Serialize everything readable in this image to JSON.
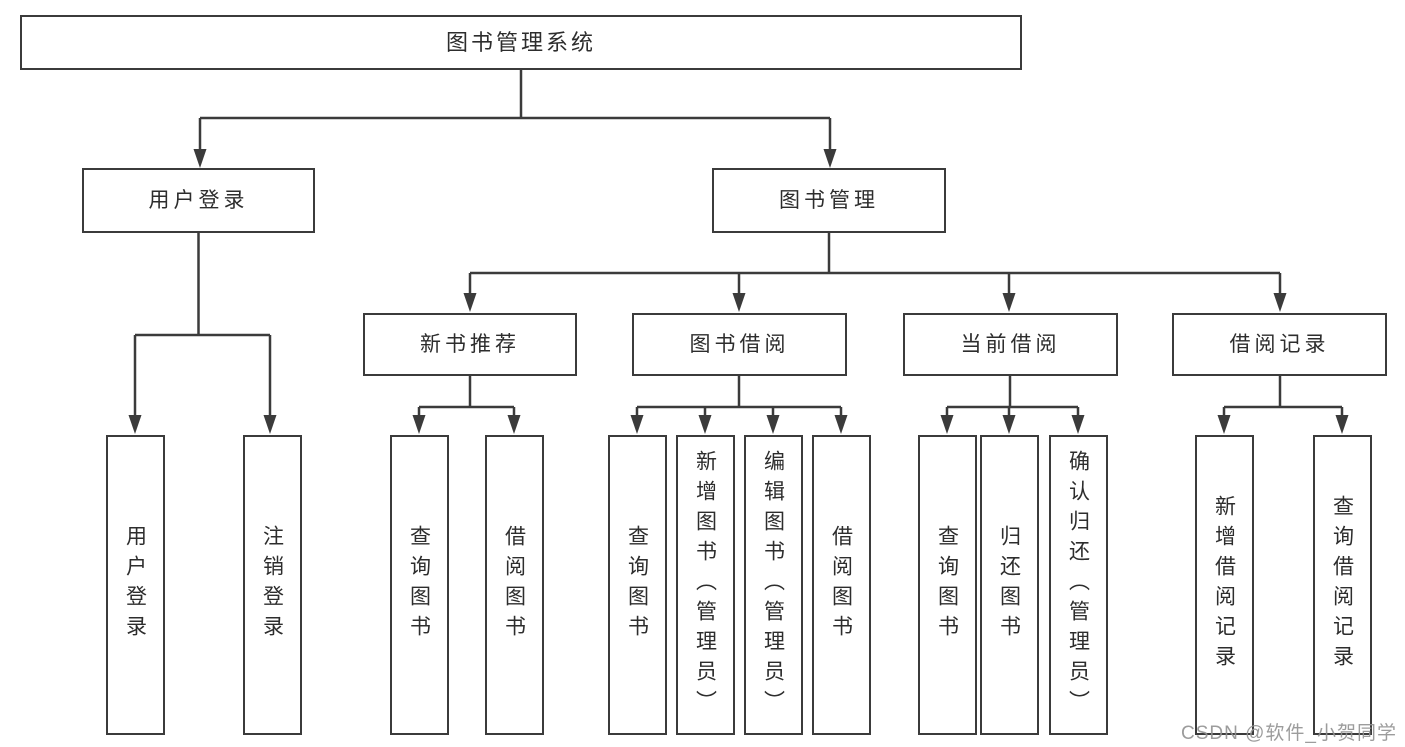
{
  "diagram_type": "hierarchy-tree",
  "colors": {
    "line": "#3b3b3b",
    "text": "#2d2d2d",
    "background": "#ffffff",
    "watermark": "#919191"
  },
  "tree": {
    "label": "图书管理系统",
    "children": [
      {
        "label": "用户登录",
        "children": [
          {
            "label": "用户登录"
          },
          {
            "label": "注销登录"
          }
        ]
      },
      {
        "label": "图书管理",
        "children": [
          {
            "label": "新书推荐",
            "children": [
              {
                "label": "查询图书"
              },
              {
                "label": "借阅图书"
              }
            ]
          },
          {
            "label": "图书借阅",
            "children": [
              {
                "label": "查询图书"
              },
              {
                "label": "新增图书（管理员）"
              },
              {
                "label": "编辑图书（管理员）"
              },
              {
                "label": "借阅图书"
              }
            ]
          },
          {
            "label": "当前借阅",
            "children": [
              {
                "label": "查询图书"
              },
              {
                "label": "归还图书"
              },
              {
                "label": "确认归还（管理员）"
              }
            ]
          },
          {
            "label": "借阅记录",
            "children": [
              {
                "label": "新增借阅记录"
              },
              {
                "label": "查询借阅记录"
              }
            ]
          }
        ]
      }
    ]
  },
  "watermark": "CSDN @软件_小贺同学"
}
